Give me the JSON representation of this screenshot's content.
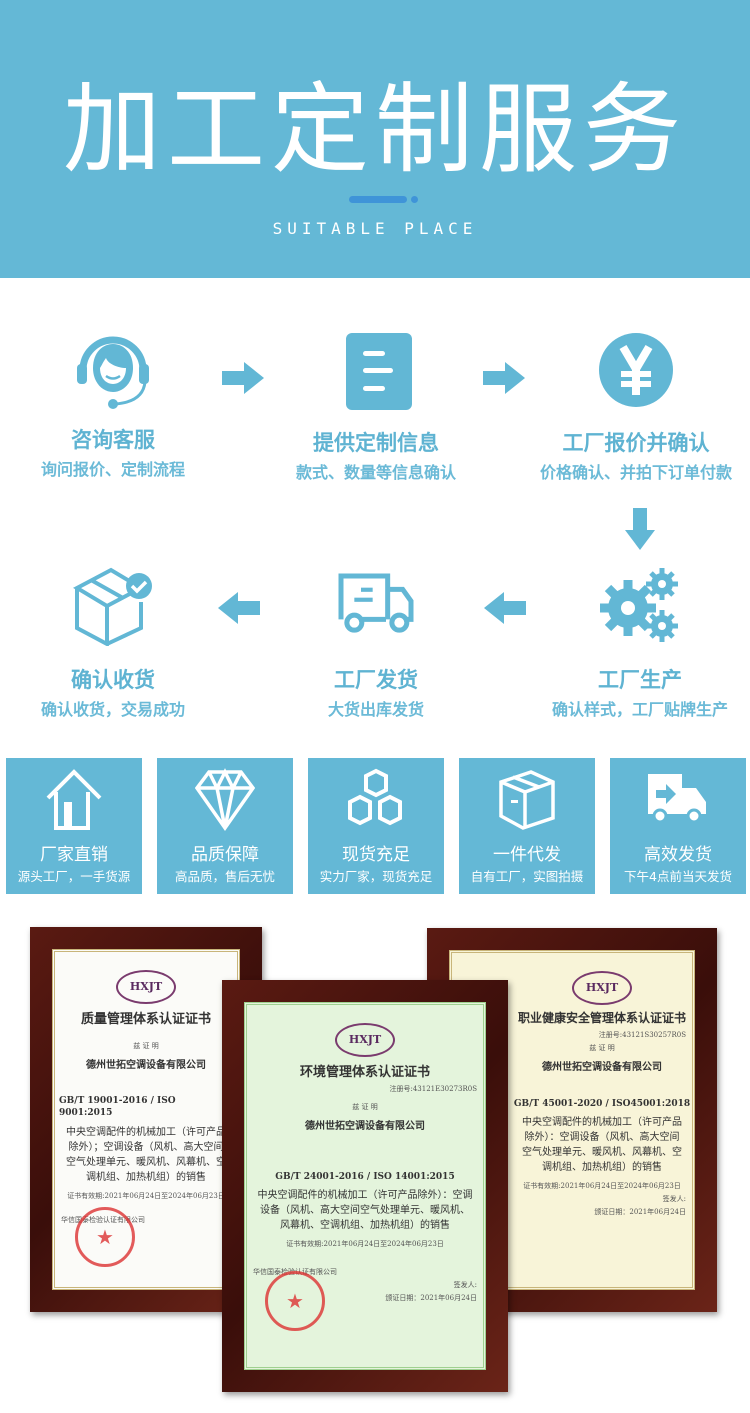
{
  "header": {
    "title": "加工定制服务",
    "subtitle": "SUITABLE PLACE"
  },
  "colors": {
    "primary": "#64b8d6",
    "accent_bar": "#3f94d8",
    "frame": "#4a1510"
  },
  "process": [
    {
      "title": "咨询客服",
      "subtitle": "询问报价、定制流程",
      "icon": "headset-icon"
    },
    {
      "title": "提供定制信息",
      "subtitle": "款式、数量等信息确认",
      "icon": "document-icon"
    },
    {
      "title": "工厂报价并确认",
      "subtitle": "价格确认、并拍下订单付款",
      "icon": "yen-icon"
    },
    {
      "title": "工厂生产",
      "subtitle": "确认样式，工厂贴牌生产",
      "icon": "gears-icon"
    },
    {
      "title": "工厂发货",
      "subtitle": "大货出库发货",
      "icon": "truck-icon"
    },
    {
      "title": "确认收货",
      "subtitle": "确认收货，交易成功",
      "icon": "box-check-icon"
    }
  ],
  "features": [
    {
      "title": "厂家直销",
      "subtitle": "源头工厂，一手货源",
      "icon": "house-icon"
    },
    {
      "title": "品质保障",
      "subtitle": "高品质，售后无忧",
      "icon": "diamond-icon"
    },
    {
      "title": "现货充足",
      "subtitle": "实力厂家，现货充足",
      "icon": "cubes-icon"
    },
    {
      "title": "一件代发",
      "subtitle": "自有工厂，实图拍摄",
      "icon": "package-icon"
    },
    {
      "title": "高效发货",
      "subtitle": "下午4点前当天发货",
      "icon": "delivery-truck-icon"
    }
  ],
  "certificates": [
    {
      "logo": "HXJT",
      "title": "质量管理体系认证证书",
      "cert_label": "兹 证 明",
      "company": "德州世拓空调设备有限公司",
      "standard": "GB/T 19001-2016 / ISO 9001:2015",
      "scope": "中央空调配件的机械加工（许可产品除外）；空调设备（风机、高大空间空气处理单元、暖风机、风幕机、空调机组、加热机组）的销售",
      "validity": "证书有效期:2021年06月24日至2024年06月23日",
      "issuer": "华信国泰检验认证有限公司"
    },
    {
      "logo": "HXJT",
      "title": "环境管理体系认证证书",
      "reg_no": "注册号:43121E30273R0S",
      "cert_label": "兹 证 明",
      "company": "德州世拓空调设备有限公司",
      "standard": "GB/T 24001-2016 / ISO 14001:2015",
      "scope": "中央空调配件的机械加工（许可产品除外）：空调设备（风机、高大空间空气处理单元、暖风机、风幕机、空调机组、加热机组）的销售",
      "validity": "证书有效期:2021年06月24日至2024年06月23日",
      "issuer": "华信国泰检验认证有限公司",
      "signer": "签发人:",
      "issue_date": "颁证日期：2021年06月24日"
    },
    {
      "logo": "HXJT",
      "title": "职业健康安全管理体系认证证书",
      "reg_no": "注册号:43121S30257R0S",
      "cert_label": "兹 证 明",
      "company": "德州世拓空调设备有限公司",
      "standard": "GB/T 45001-2020 / ISO45001:2018",
      "scope": "中央空调配件的机械加工（许可产品除外）：空调设备（风机、高大空间空气处理单元、暖风机、风幕机、空调机组、加热机组）的销售",
      "validity": "证书有效期:2021年06月24日至2024年06月23日",
      "signer": "签发人:",
      "issue_date": "颁证日期：2021年06月24日"
    }
  ]
}
